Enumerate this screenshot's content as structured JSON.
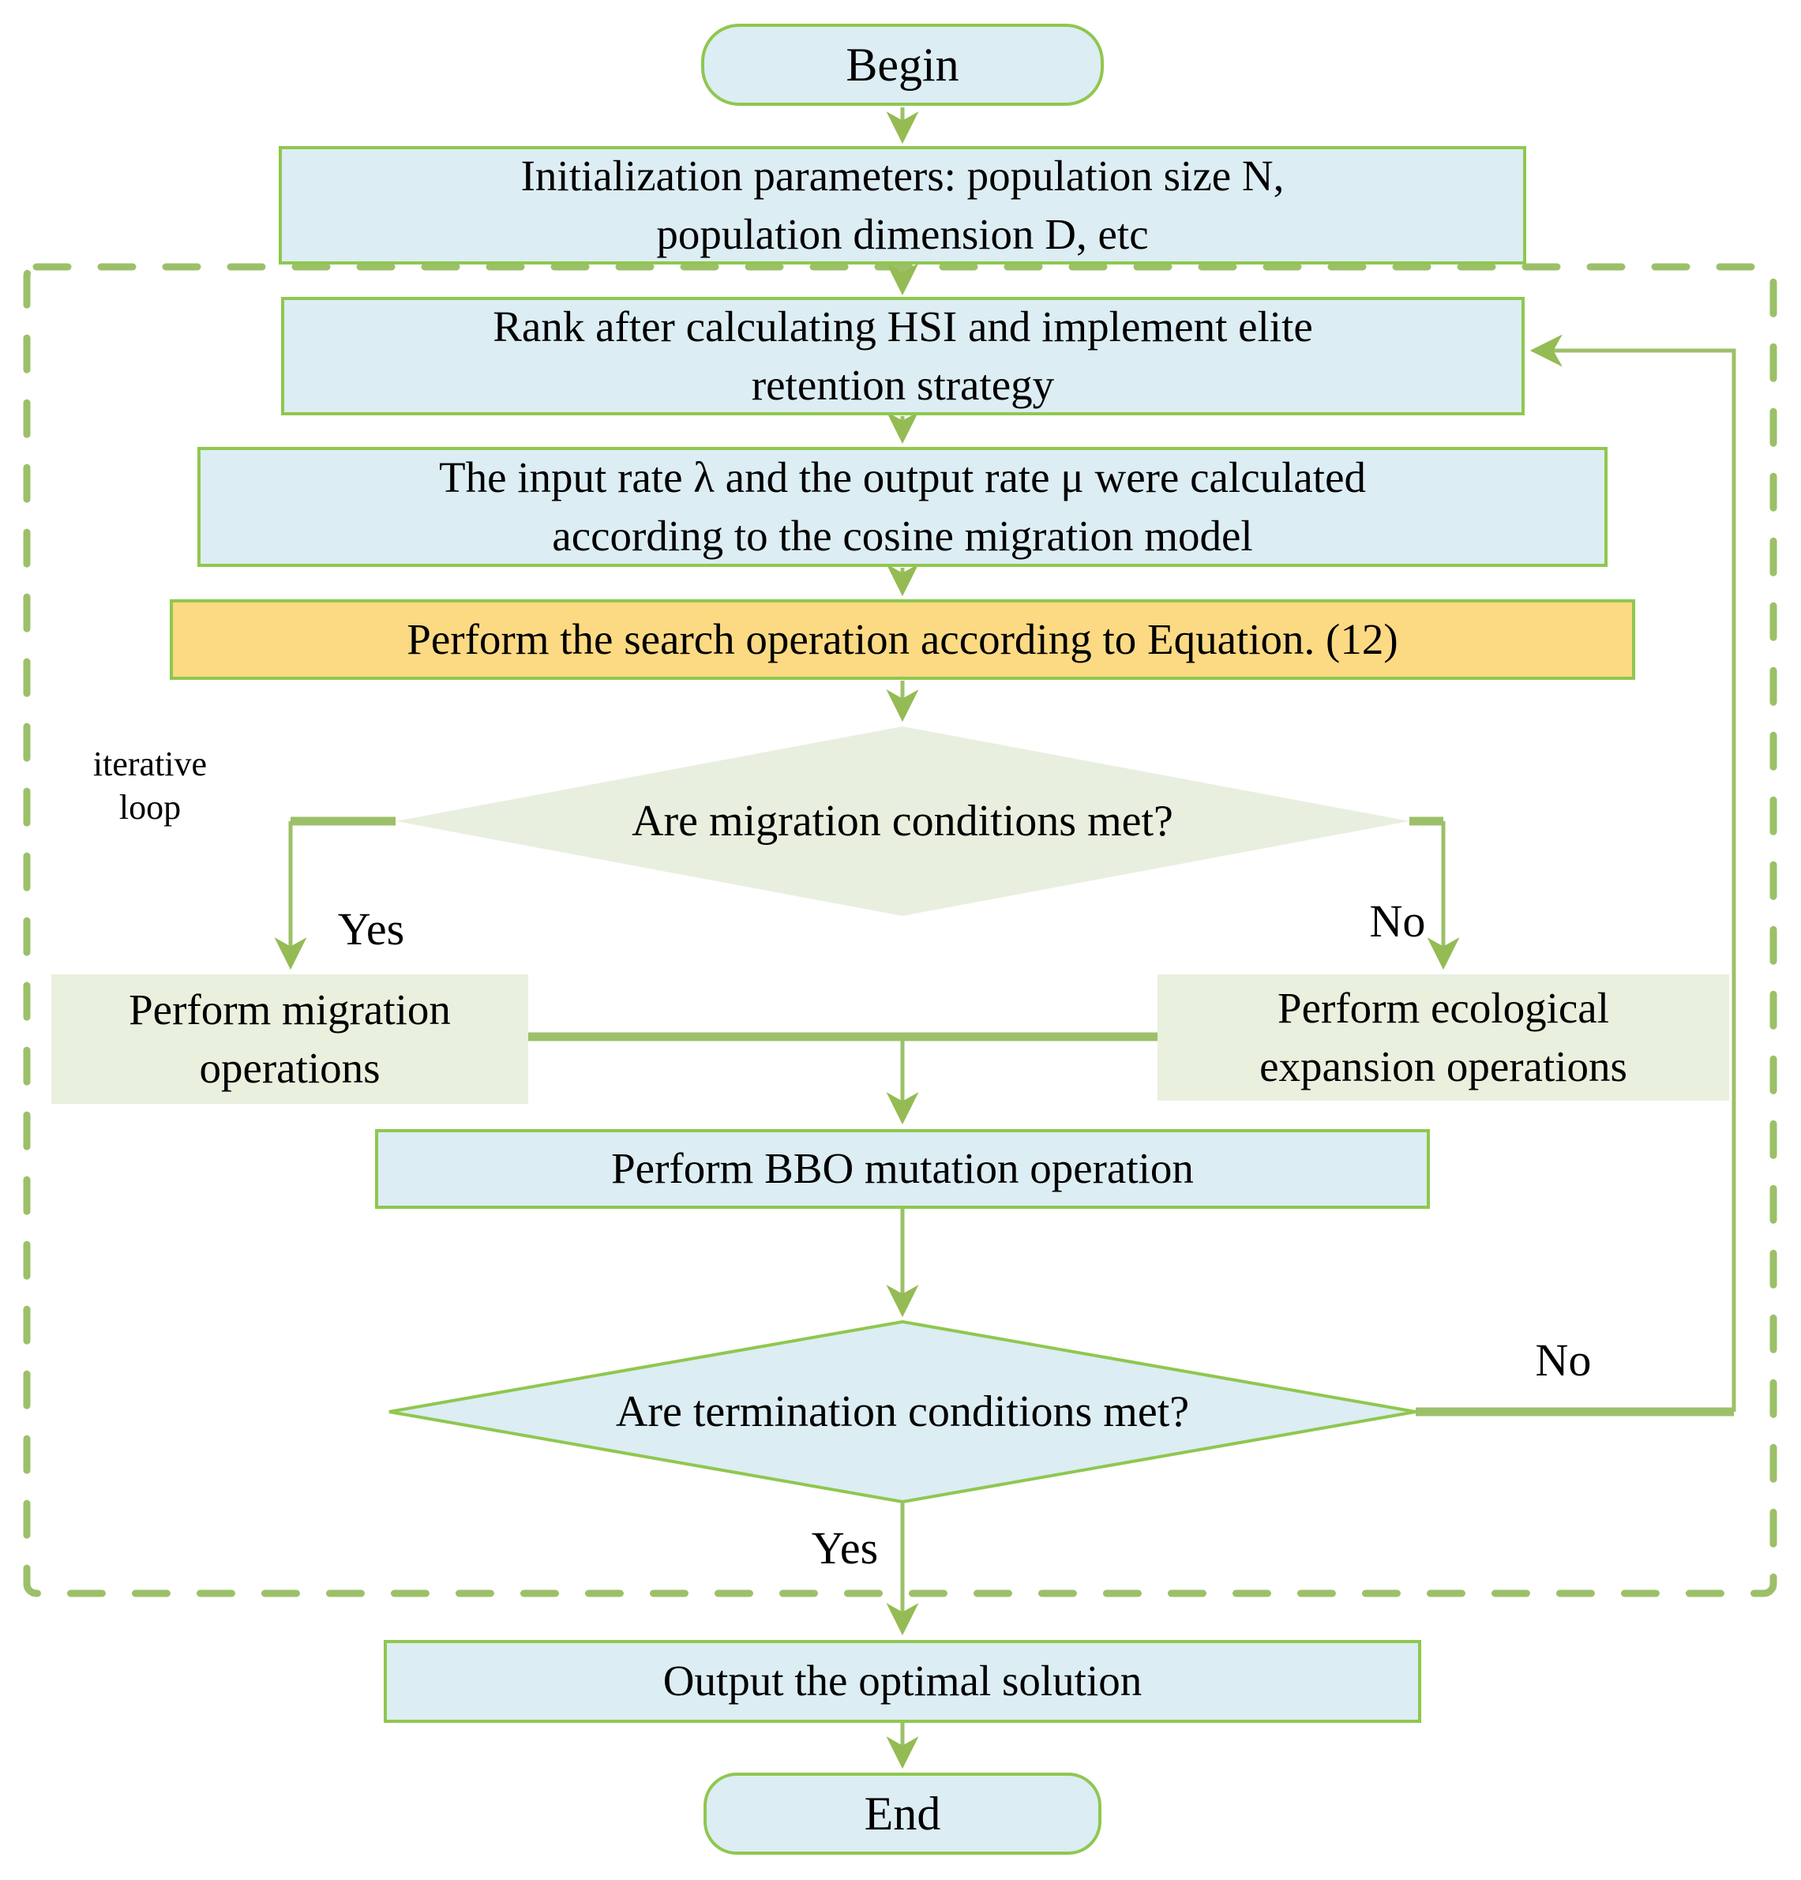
{
  "diagram_type": "flowchart",
  "colors": {
    "box_blue": "#dcedf3",
    "box_green": "#e9f0de",
    "diamond_green": "#e9efdf",
    "box_orange": "#fcda84",
    "border_green": "#8fc74f",
    "line_green": "#9cc069",
    "arrow_green": "#95bb54",
    "text": "#000000"
  },
  "nodes": {
    "begin": "Begin",
    "initialization": "Initialization parameters: population size N,\npopulation dimension D, etc",
    "rank": "Rank after calculating HSI and implement elite\nretention strategy",
    "rates": "The input rate λ and the output rate μ were calculated\naccording to the cosine migration model",
    "search": "Perform the search operation according to Equation. (12)",
    "migration_decision": "Are migration conditions met?",
    "migration_ops": "Perform migration\noperations",
    "ecological_ops": "Perform ecological\nexpansion operations",
    "bbo_mutation": "Perform BBO mutation operation",
    "termination_decision": "Are termination conditions met?",
    "output": "Output the optimal solution",
    "end": "End"
  },
  "edge_labels": {
    "migration_yes": "Yes",
    "migration_no": "No",
    "termination_yes": "Yes",
    "termination_no": "No",
    "loop_annotation": "iterative\nloop"
  }
}
